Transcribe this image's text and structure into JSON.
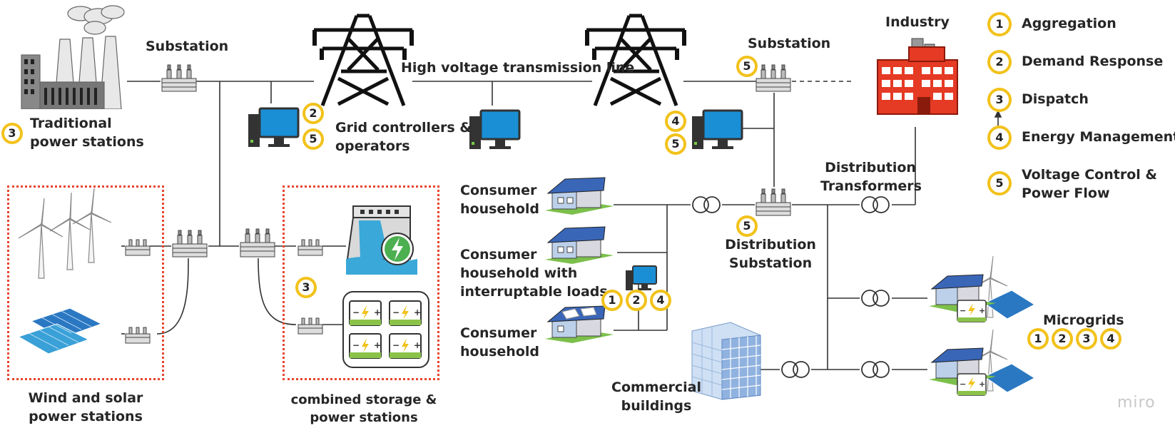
{
  "labels": {
    "substation_left": "Substation",
    "traditional": "Traditional\npower stations",
    "grid_controllers": "Grid controllers &\noperators",
    "hv_line": "High voltage transmission line",
    "substation_right": "Substation",
    "industry": "Industry",
    "wind_solar": "Wind and solar\npower stations",
    "storage": "combined storage &\npower stations",
    "consumer1": "Consumer\nhousehold",
    "consumer2": "Consumer\nhousehold with\ninterruptable loads",
    "consumer3": "Consumer\nhousehold",
    "dist_transformers": "Distribution\nTransformers",
    "dist_substation": "Distribution\nSubstation",
    "commercial": "Commercial\nbuildings",
    "microgrids": "Microgrids",
    "watermark": "miro"
  },
  "legend": [
    {
      "num": "1",
      "text": "Aggregation"
    },
    {
      "num": "2",
      "text": "Demand Response"
    },
    {
      "num": "3",
      "text": "Dispatch"
    },
    {
      "num": "4",
      "text": "Energy Management"
    },
    {
      "num": "5",
      "text": "Voltage Control &\nPower Flow"
    }
  ],
  "badges": {
    "b_trad": "3",
    "b_gc2": "2",
    "b_gc5": "5",
    "b_sub5": "5",
    "b_tw4": "4",
    "b_tw5": "5",
    "b_ds5": "5",
    "b_st3": "3",
    "b_h1": "1",
    "b_h2": "2",
    "b_h4": "4",
    "b_m1": "1",
    "b_m2": "2",
    "b_m3": "3",
    "b_m4": "4"
  },
  "colors": {
    "badge_ring": "#f2c21b",
    "dashed_box": "#e8442e",
    "industry_red": "#e53a24",
    "monitor_blue": "#1a8fd6",
    "battery_green": "#8bc34a",
    "roof_blue": "#3a66b8",
    "grass_green": "#7cc04b"
  }
}
